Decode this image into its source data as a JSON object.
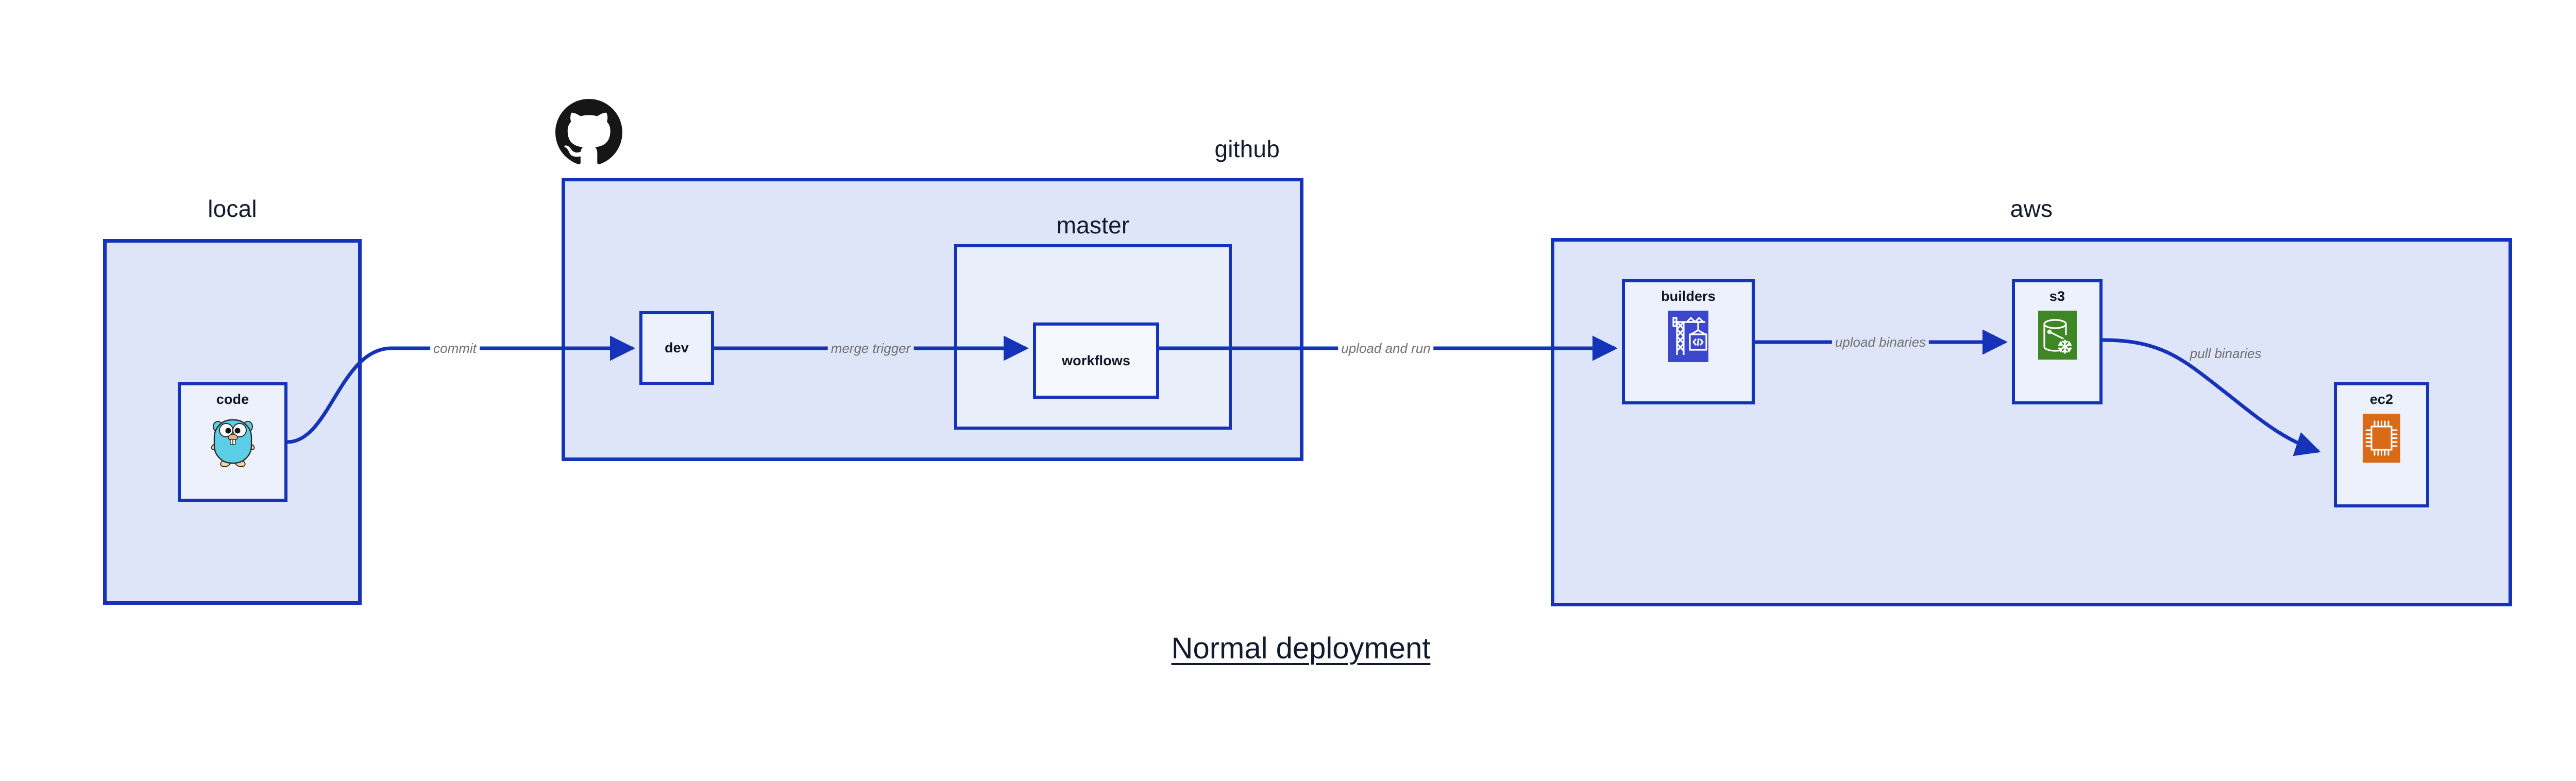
{
  "diagram": {
    "title": "Normal deployment",
    "background": "#ffffff",
    "accent_border": "#1433b8",
    "group_fill": "#dfe5f9",
    "node_fill": "#edf1fc",
    "label_color": "#131a2e",
    "edge_label_color": "#707070"
  },
  "groups": [
    {
      "id": "local",
      "label": "local",
      "label_align": "center"
    },
    {
      "id": "github",
      "label": "github",
      "label_align": "right"
    },
    {
      "id": "master",
      "label": "master",
      "label_align": "center"
    },
    {
      "id": "aws",
      "label": "aws",
      "label_align": "center"
    }
  ],
  "nodes": [
    {
      "id": "code",
      "label": "code",
      "icon": "go-gopher-icon",
      "icon_color": "#5ccfe6",
      "group": "local"
    },
    {
      "id": "dev",
      "label": "dev",
      "icon": "none",
      "icon_color": "",
      "group": "github"
    },
    {
      "id": "workflows",
      "label": "workflows",
      "icon": "none",
      "icon_color": "",
      "group": "master"
    },
    {
      "id": "builders",
      "label": "builders",
      "icon": "aws-codebuild-icon",
      "icon_color": "#3b48cc",
      "group": "aws"
    },
    {
      "id": "s3",
      "label": "s3",
      "icon": "aws-s3-glacier-icon",
      "icon_color": "#3f8624",
      "group": "aws"
    },
    {
      "id": "ec2",
      "label": "ec2",
      "icon": "aws-ec2-icon",
      "icon_color": "#d96b18",
      "group": "aws"
    }
  ],
  "edges": [
    {
      "id": "commit",
      "label": "commit",
      "from": "code",
      "to": "dev"
    },
    {
      "id": "merge-trigger",
      "label": "merge trigger",
      "from": "dev",
      "to": "workflows"
    },
    {
      "id": "upload-and-run",
      "label": "upload and run",
      "from": "workflows",
      "to": "builders"
    },
    {
      "id": "upload-binaries",
      "label": "upload binaries",
      "from": "builders",
      "to": "s3"
    },
    {
      "id": "pull-binaries",
      "label": "pull binaries",
      "from": "s3",
      "to": "ec2"
    }
  ],
  "logos": [
    {
      "id": "github-logo",
      "name": "github-octocat-logo",
      "color": "#161616"
    }
  ]
}
